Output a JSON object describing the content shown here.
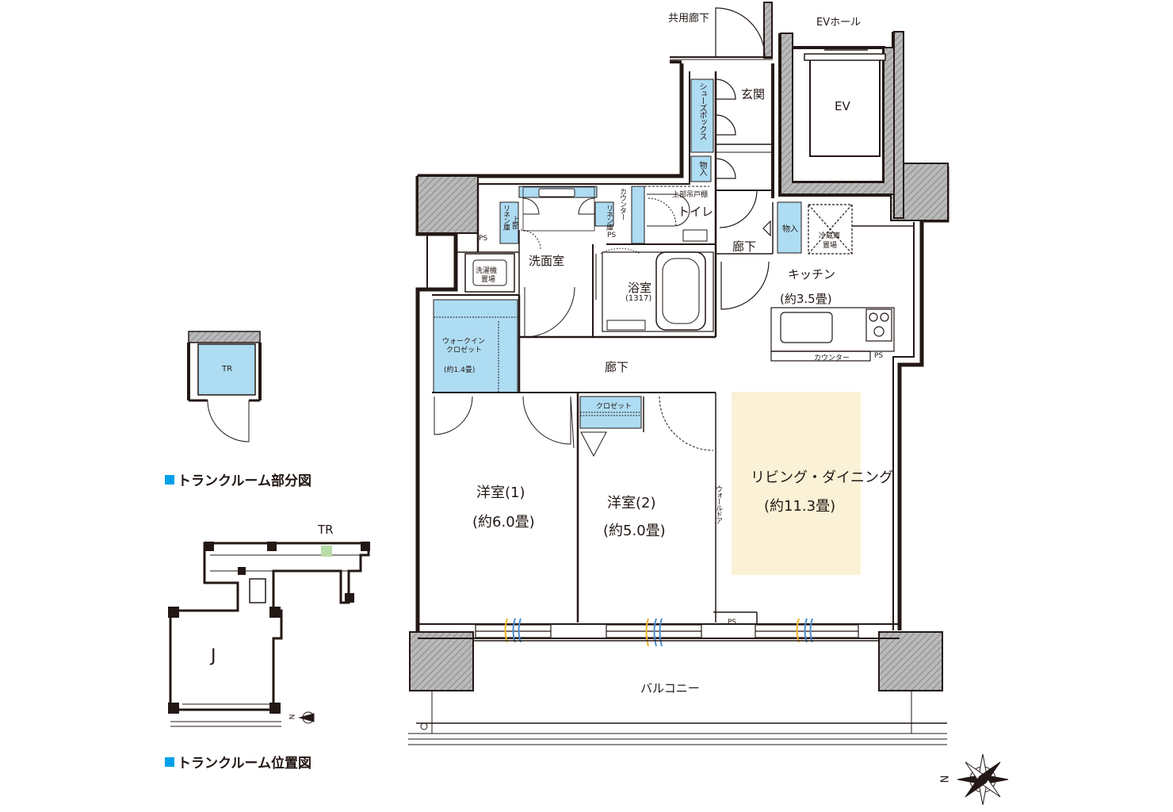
{
  "colors": {
    "wall": "#231815",
    "storage": "#aedcf2",
    "living_highlight": "#fbf1d6",
    "hatch": "#9d9d9d",
    "legend_square": "#00a0e9",
    "tr_marker": "#b9dca6"
  },
  "labels": {
    "common_corridor": "共用廊下",
    "ev_hall": "EVホール",
    "ev": "EV",
    "entrance": "玄関",
    "shoe_box": "シューズボックス",
    "storage_small": "物入",
    "counter_vertical": "カウンター",
    "upper_cabinet": "上部吊戸棚",
    "toilet": "トイレ",
    "linen_left": "リネン庫",
    "linen_right": "リネン庫",
    "upper": "上部",
    "ps_1": "PS",
    "ps_2": "PS",
    "ps_3": "PS",
    "ps_4": "PS",
    "hall_1": "廊下",
    "storage_kitchen": "物入",
    "fridge_1": "冷蔵庫",
    "fridge_2": "置場",
    "washroom": "洗面室",
    "washer_1": "洗濯機",
    "washer_2": "置場",
    "bathroom": "浴室",
    "bathroom_size": "(1317)",
    "kitchen": "キッチン",
    "kitchen_size": "(約3.5畳)",
    "kitchen_counter": "カウンター",
    "wic_1": "ウォークイン",
    "wic_2": "クロゼット",
    "wic_size": "(約1.4畳)",
    "hall_2": "廊下",
    "closet": "クロゼット",
    "wall_door": "ウォールドア",
    "room1": "洋室(1)",
    "room1_size": "(約6.0畳)",
    "room2": "洋室(2)",
    "room2_size": "(約5.0畳)",
    "living": "リビング・ダイニング",
    "living_size": "(約11.3畳)",
    "balcony": "バルコニー",
    "trunk_room": "TR",
    "key_tr": "TR",
    "key_unit": "J",
    "compass_n_small": "N",
    "compass_n": "N"
  },
  "legends": {
    "trunk_detail": "トランクルーム部分図",
    "trunk_location": "トランクルーム位置図"
  }
}
